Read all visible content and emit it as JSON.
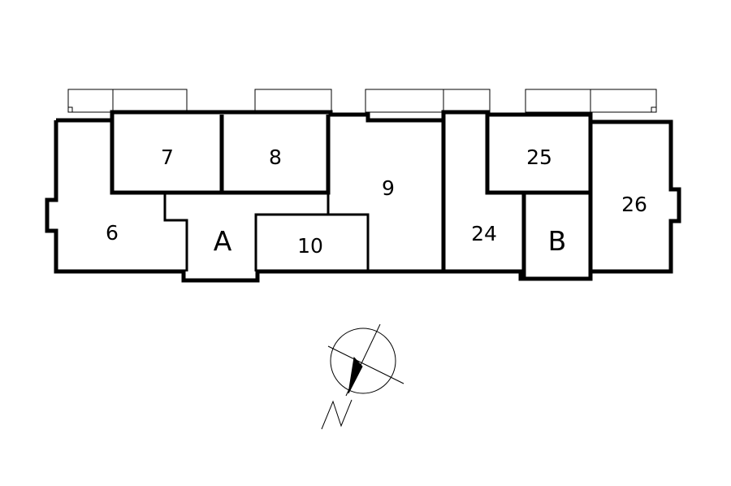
{
  "rooms": {
    "r6": "6",
    "r7": "7",
    "r8": "8",
    "r9": "9",
    "r10": "10",
    "r24": "24",
    "r25": "25",
    "r26": "26",
    "stairA": "A",
    "stairB": "B"
  },
  "compass": {
    "north_icon": "north-arrow-icon"
  }
}
